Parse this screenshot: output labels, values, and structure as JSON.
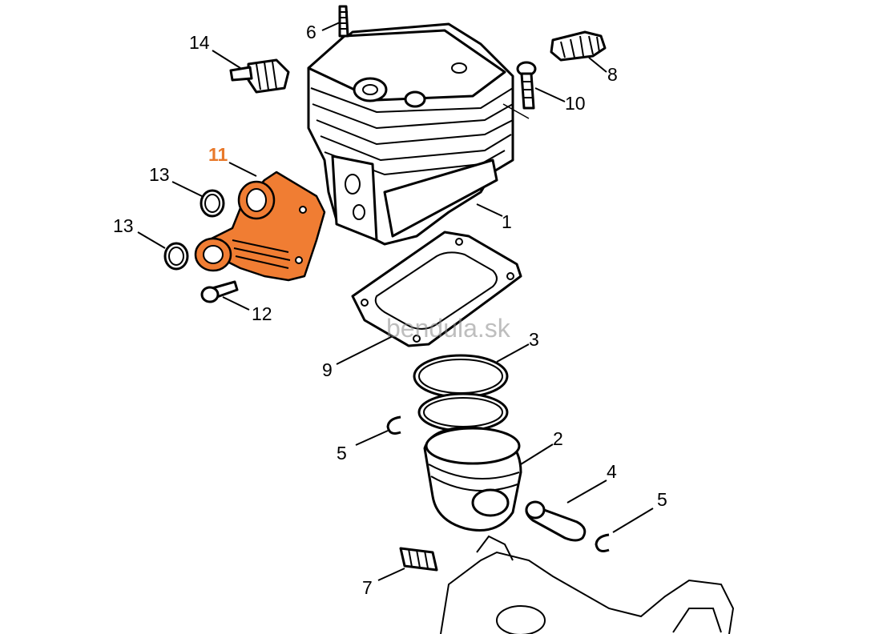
{
  "watermark": "bendula.sk",
  "highlight_color": "#f07d33",
  "labels": {
    "l1": "1",
    "l2": "2",
    "l3": "3",
    "l4": "4",
    "l5a": "5",
    "l5b": "5",
    "l6": "6",
    "l7": "7",
    "l8": "8",
    "l9": "9",
    "l10": "10",
    "l11": "11",
    "l12": "12",
    "l13a": "13",
    "l13b": "13",
    "l14": "14"
  }
}
